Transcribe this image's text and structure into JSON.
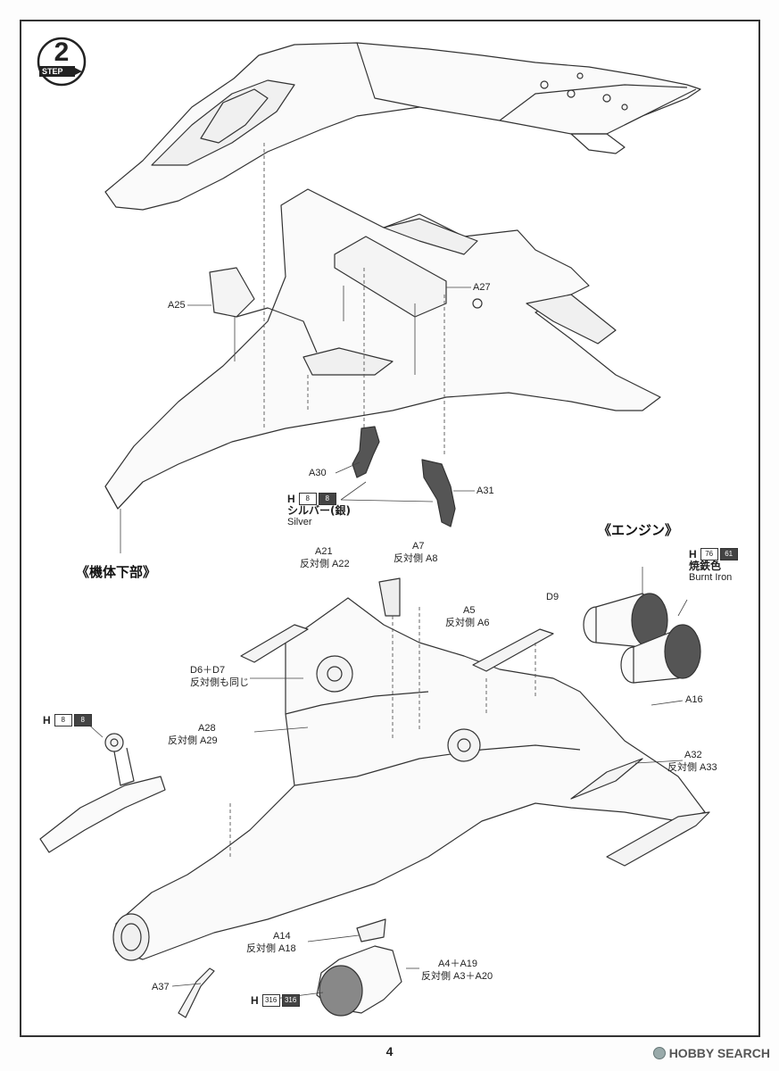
{
  "step": {
    "number": "2",
    "label": "STEP"
  },
  "callouts": {
    "lower_fuselage": "《機体下部》",
    "engine": "《エンジン》"
  },
  "parts": {
    "a25": "A25",
    "a27": "A27",
    "a30": "A30",
    "a31": "A31",
    "a21": "A21",
    "a22": "反対側 A22",
    "a7": "A7",
    "a8": "反対側 A8",
    "a5": "A5",
    "a6": "反対側 A6",
    "d9": "D9",
    "d6d7": "D6＋D7",
    "d6d7_note": "反対側も同じ",
    "a28": "A28",
    "a29": "反対側 A29",
    "a16": "A16",
    "a32": "A32",
    "a33": "反対側 A33",
    "a14": "A14",
    "a18": "反対側 A18",
    "a4a19": "A4＋A19",
    "a3a20": "反対側 A3＋A20",
    "a37": "A37"
  },
  "paints": {
    "silver": {
      "prefix": "H",
      "codes": [
        "8",
        "8"
      ],
      "name_jp": "シルバー(銀)",
      "name_en": "Silver"
    },
    "burnt_iron": {
      "prefix": "H",
      "codes": [
        "76",
        "61"
      ],
      "name_jp": "焼鉄色",
      "name_en": "Burnt Iron"
    },
    "gear_silver": {
      "prefix": "H",
      "codes": [
        "8",
        "8"
      ]
    },
    "exhaust": {
      "prefix": "H",
      "codes": [
        "316",
        "316"
      ]
    }
  },
  "page_number": "4",
  "watermark": "HOBBY SEARCH"
}
